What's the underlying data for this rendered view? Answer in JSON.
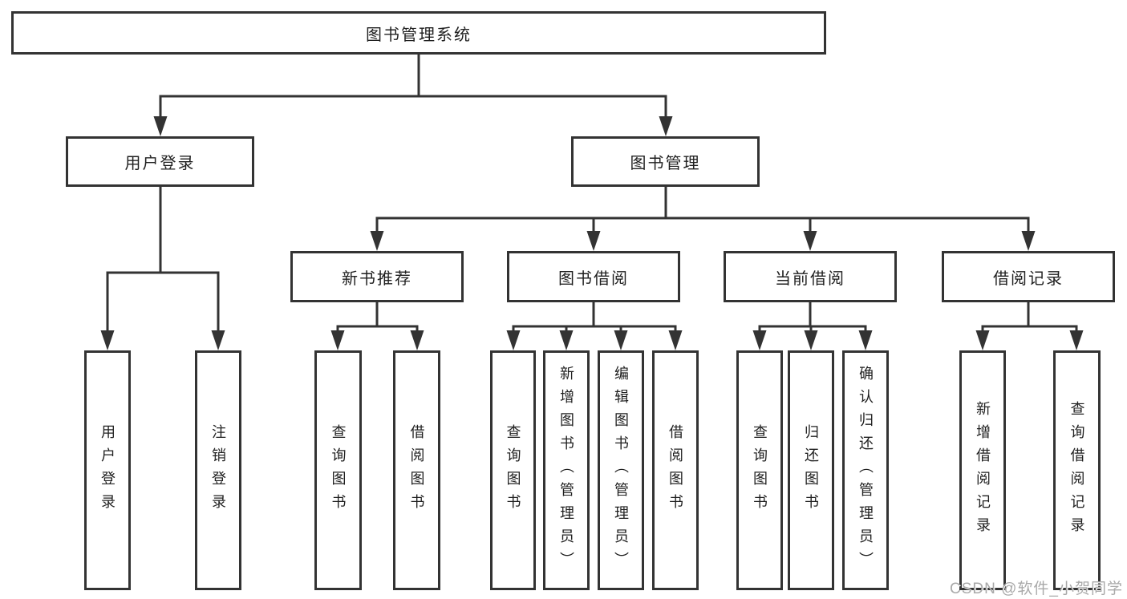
{
  "diagram_type": "functional-structure-tree",
  "hierarchy": {
    "label": "图书管理系统",
    "children": [
      {
        "label": "用户登录",
        "children": [
          {
            "label": "用户登录"
          },
          {
            "label": "注销登录"
          }
        ]
      },
      {
        "label": "图书管理",
        "children": [
          {
            "label": "新书推荐",
            "children": [
              {
                "label": "查询图书"
              },
              {
                "label": "借阅图书"
              }
            ]
          },
          {
            "label": "图书借阅",
            "children": [
              {
                "label": "查询图书"
              },
              {
                "label": "新增图书（管理员）"
              },
              {
                "label": "编辑图书（管理员）"
              },
              {
                "label": "借阅图书"
              }
            ]
          },
          {
            "label": "当前借阅",
            "children": [
              {
                "label": "查询图书"
              },
              {
                "label": "归还图书"
              },
              {
                "label": "确认归还（管理员）"
              }
            ]
          },
          {
            "label": "借阅记录",
            "children": [
              {
                "label": "新增借阅记录"
              },
              {
                "label": "查询借阅记录"
              }
            ]
          }
        ]
      }
    ]
  },
  "watermark": {
    "text": "CSDN @软件_小贺同学"
  },
  "colors": {
    "line": "#333333",
    "box_border": "#333333",
    "box_background": "#ffffff",
    "text": "#1f1f1f",
    "watermark": "#a9a9a9",
    "page_background": "#ffffff"
  }
}
